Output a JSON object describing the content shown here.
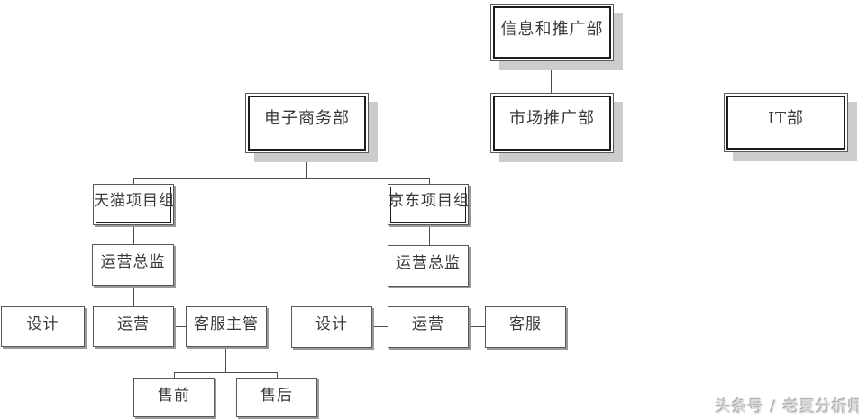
{
  "diagram": {
    "type": "org-chart",
    "nodes": {
      "info_promo": {
        "label": "信息和推广部"
      },
      "ecommerce": {
        "label": "电子商务部"
      },
      "marketing": {
        "label": "市场推广部"
      },
      "it_dept": {
        "label": "IT部"
      },
      "tmall_group": {
        "label": "天猫项目组"
      },
      "jd_group": {
        "label": "京东项目组"
      },
      "tmall_ops_director": {
        "label": "运营总监"
      },
      "jd_ops_director": {
        "label": "运营总监"
      },
      "tmall_design": {
        "label": "设计"
      },
      "tmall_ops": {
        "label": "运营"
      },
      "tmall_cs_manager": {
        "label": "客服主管"
      },
      "presale": {
        "label": "售前"
      },
      "aftersale": {
        "label": "售后"
      },
      "jd_design": {
        "label": "设计"
      },
      "jd_ops": {
        "label": "运营"
      },
      "jd_cs": {
        "label": "客服"
      }
    },
    "edges": [
      {
        "from": "info_promo",
        "to": "marketing"
      },
      {
        "from": "ecommerce",
        "to": "marketing",
        "style": "peer"
      },
      {
        "from": "marketing",
        "to": "it_dept",
        "style": "peer"
      },
      {
        "from": "ecommerce",
        "to": "tmall_group"
      },
      {
        "from": "ecommerce",
        "to": "jd_group"
      },
      {
        "from": "tmall_group",
        "to": "tmall_ops_director"
      },
      {
        "from": "jd_group",
        "to": "jd_ops_director"
      },
      {
        "from": "tmall_ops_director",
        "to": "tmall_ops"
      },
      {
        "from": "tmall_ops",
        "to": "tmall_cs_manager",
        "style": "peer"
      },
      {
        "from": "tmall_cs_manager",
        "to": "presale"
      },
      {
        "from": "tmall_cs_manager",
        "to": "aftersale"
      },
      {
        "from": "jd_design",
        "to": "jd_ops",
        "style": "peer"
      },
      {
        "from": "jd_ops",
        "to": "jd_cs",
        "style": "peer"
      }
    ],
    "colors": {
      "box_border_outer": "#595959",
      "box_border_inner": "#1c1c1c",
      "connector_line": "#4d4d4d",
      "shadow_large": "#cccccc",
      "shadow_small": "#999999",
      "text": "#3a3a3a",
      "watermark_text": "#dddddd",
      "background": "#ffffff"
    }
  },
  "watermark": {
    "text": "头条号 / 老夏分析师"
  }
}
